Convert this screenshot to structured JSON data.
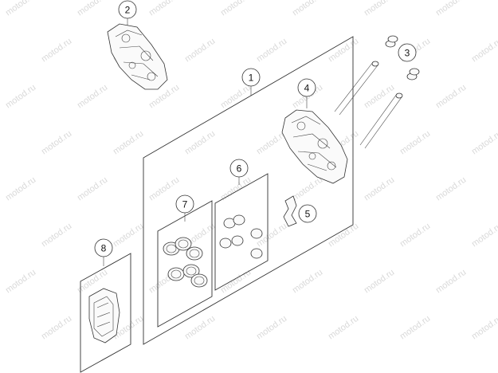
{
  "watermark": {
    "text": "motod.ru"
  },
  "callouts": [
    {
      "id": "1",
      "label": "1"
    },
    {
      "id": "2",
      "label": "2"
    },
    {
      "id": "3",
      "label": "3"
    },
    {
      "id": "4",
      "label": "4"
    },
    {
      "id": "5",
      "label": "5"
    },
    {
      "id": "6",
      "label": "6"
    },
    {
      "id": "7",
      "label": "7"
    },
    {
      "id": "8",
      "label": "8"
    }
  ]
}
